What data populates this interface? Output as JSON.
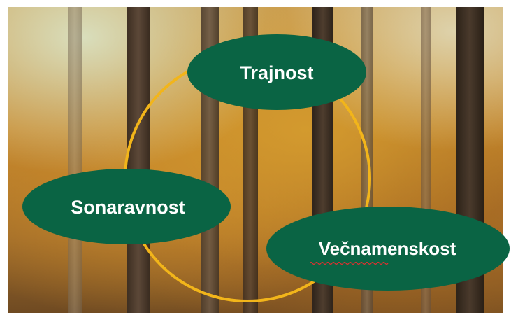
{
  "diagram": {
    "nodes": [
      {
        "id": "trajnost",
        "label": "Trajnost"
      },
      {
        "id": "sonaravnost",
        "label": "Sonaravnost"
      },
      {
        "id": "vecnamenskost",
        "label": "Večnamenskost"
      }
    ]
  },
  "colors": {
    "ellipse_fill": "#0a6444",
    "ring_stroke": "#f2b51a",
    "spellcheck_underline": "#e03030",
    "background": "autumn-forest-photo"
  }
}
